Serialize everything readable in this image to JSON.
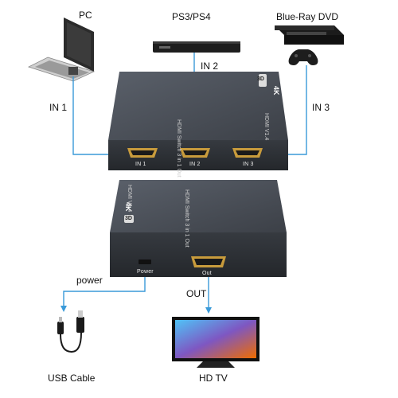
{
  "sources": {
    "pc": "PC",
    "ps": "PS3/PS4",
    "bluray": "Blue-Ray DVD"
  },
  "inputs": {
    "in1": "IN 1",
    "in2": "IN 2",
    "in3": "IN 3"
  },
  "device": {
    "name": "HDMI Switch 3 in 1 Out",
    "version": "HDMI V1.4",
    "resolution": "4K",
    "badge": "3D",
    "port_in1": "IN 1",
    "port_in2": "IN 2",
    "port_in3": "IN 3",
    "port_power": "Power",
    "port_out": "Out"
  },
  "outputs": {
    "power": "power",
    "out": "OUT",
    "usb": "USB Cable",
    "tv": "HD TV"
  },
  "colors": {
    "cable": "#3a9ad9",
    "device_top": "#4a4f57",
    "device_front": "#2f3339",
    "hdmi_gold": "#c89b3c"
  }
}
